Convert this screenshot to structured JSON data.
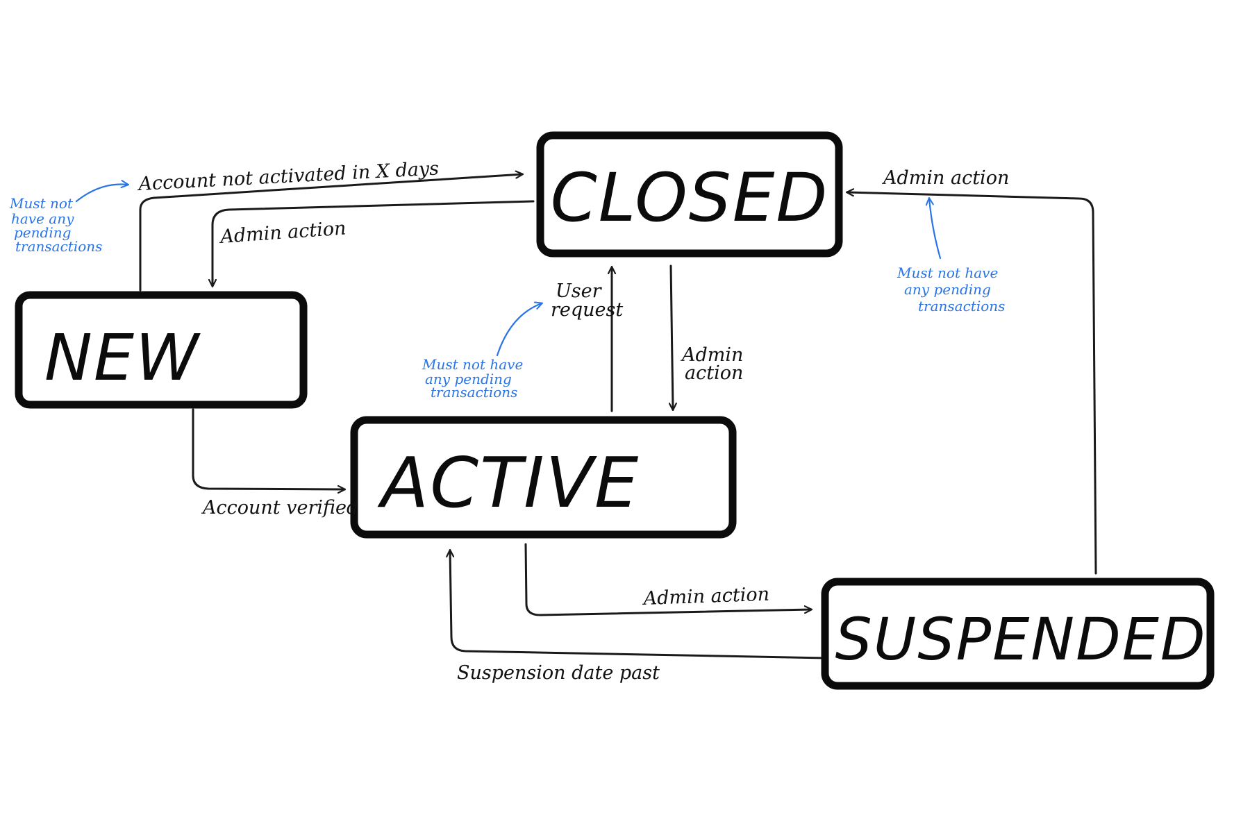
{
  "colors": {
    "ink": "#0b0b0b",
    "note": "#2a74e6",
    "background": "#ffffff"
  },
  "states": {
    "closed": "CLOSED",
    "new": "NEW",
    "active": "ACTIVE",
    "suspended": "SUSPENDED"
  },
  "transitions": {
    "new_to_closed": "Account not activated in X days",
    "closed_to_new": "Admin action",
    "new_to_active": "Account verified",
    "active_to_closed": [
      "User",
      "request"
    ],
    "closed_to_active": [
      "Admin",
      "action"
    ],
    "suspended_to_closed": "Admin action",
    "active_to_suspended": "Admin action",
    "suspended_to_active": "Suspension date past"
  },
  "notes": {
    "new_to_closed": [
      "Must not",
      "have any",
      "pending",
      "transactions"
    ],
    "active_to_closed": [
      "Must not have",
      "any pending",
      "transactions"
    ],
    "suspended_to_closed": [
      "Must not have",
      "any pending",
      "transactions"
    ]
  }
}
